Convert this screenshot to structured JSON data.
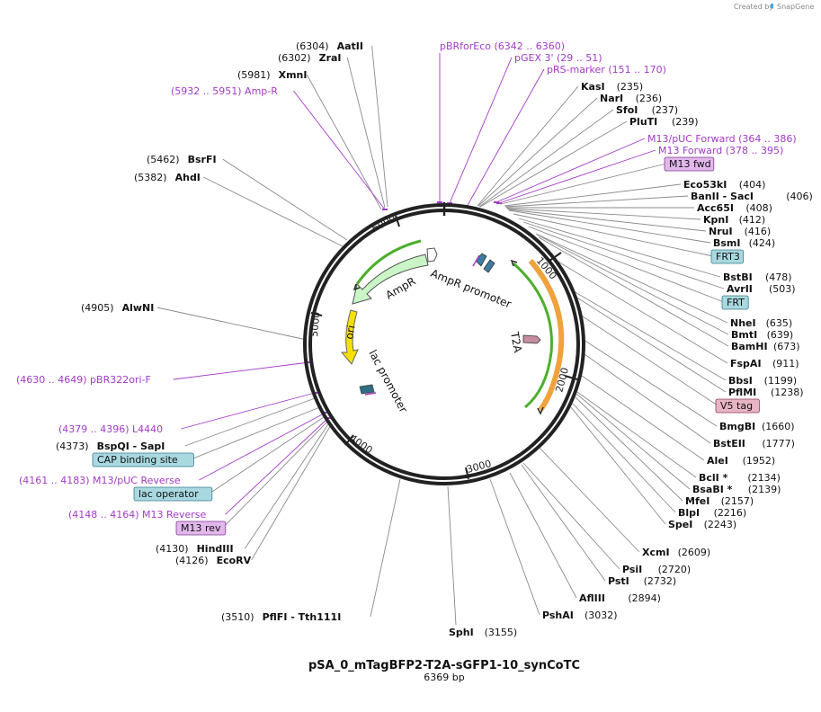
{
  "credit": {
    "text": "Created by",
    "brand": "SnapGene"
  },
  "plasmid": {
    "name": "pSA_0_mTagBFP2-T2A-sGFP1-10_synCoTC",
    "size_label": "6369 bp"
  },
  "ticks": [
    "1000",
    "2000",
    "3000",
    "4000",
    "5000",
    "6000"
  ],
  "features": {
    "ampr": "AmpR",
    "ampr_promoter": "AmpR promoter",
    "t2a": "T2A",
    "ori": "ori",
    "lac_promoter": "lac promoter"
  },
  "labels": [
    {
      "id": "aatii",
      "kind": "enzyme",
      "name": "AatII",
      "pos": "(6304)",
      "side": "left"
    },
    {
      "id": "zrai",
      "kind": "enzyme",
      "name": "ZraI",
      "pos": "(6302)",
      "side": "left"
    },
    {
      "id": "xmni",
      "kind": "enzyme",
      "name": "XmnI",
      "pos": "(5981)",
      "side": "left"
    },
    {
      "id": "ampr-primer",
      "kind": "primer",
      "name": "Amp-R",
      "pos": "(5932 .. 5951)",
      "side": "left"
    },
    {
      "id": "bsrfi",
      "kind": "enzyme",
      "name": "BsrFI",
      "pos": "(5462)",
      "side": "left"
    },
    {
      "id": "ahdi",
      "kind": "enzyme",
      "name": "AhdI",
      "pos": "(5382)",
      "side": "left"
    },
    {
      "id": "alwni",
      "kind": "enzyme",
      "name": "AlwNI",
      "pos": "(4905)",
      "side": "left"
    },
    {
      "id": "pbr322ori",
      "kind": "primer",
      "name": "pBR322ori-F",
      "pos": "(4630 .. 4649)",
      "side": "left"
    },
    {
      "id": "l4440",
      "kind": "primer",
      "name": "L4440",
      "pos": "(4379 .. 4396)",
      "side": "left"
    },
    {
      "id": "bspqi",
      "kind": "enzyme",
      "name": "BspQI  - SapI",
      "pos": "(4373)",
      "side": "left"
    },
    {
      "id": "cap",
      "kind": "feature-box",
      "name": "CAP binding site",
      "pos": "",
      "side": "left"
    },
    {
      "id": "m13puc-rev",
      "kind": "primer",
      "name": "M13/pUC Reverse",
      "pos": "(4161 .. 4183)",
      "side": "left"
    },
    {
      "id": "lacop",
      "kind": "feature-box",
      "name": "lac operator",
      "pos": "",
      "side": "left"
    },
    {
      "id": "m13-rev",
      "kind": "primer",
      "name": "M13 Reverse",
      "pos": "(4148 .. 4164)",
      "side": "left"
    },
    {
      "id": "m13rev-box",
      "kind": "primer-box",
      "name": "M13 rev",
      "pos": "",
      "side": "left"
    },
    {
      "id": "hindiii",
      "kind": "enzyme",
      "name": "HindIII",
      "pos": "(4130)",
      "side": "left"
    },
    {
      "id": "ecorv",
      "kind": "enzyme",
      "name": "EcoRV",
      "pos": "(4126)",
      "side": "left"
    },
    {
      "id": "pflfi",
      "kind": "enzyme",
      "name": "PflFI  - Tth111I",
      "pos": "(3510)",
      "side": "left"
    },
    {
      "id": "sphi",
      "kind": "enzyme",
      "name": "SphI",
      "pos": "(3155)",
      "side": "right"
    },
    {
      "id": "pbrforeco",
      "kind": "primer",
      "name": "pBRforEco",
      "pos": "(6342 .. 6360)",
      "side": "right"
    },
    {
      "id": "pgex3",
      "kind": "primer",
      "name": "pGEX 3'",
      "pos": "(29 .. 51)",
      "side": "right"
    },
    {
      "id": "prs",
      "kind": "primer",
      "name": "pRS-marker",
      "pos": "(151 .. 170)",
      "side": "right"
    },
    {
      "id": "kasi",
      "kind": "enzyme",
      "name": "KasI",
      "pos": "(235)",
      "side": "right"
    },
    {
      "id": "nari",
      "kind": "enzyme",
      "name": "NarI",
      "pos": "(236)",
      "side": "right"
    },
    {
      "id": "sfoi",
      "kind": "enzyme",
      "name": "SfoI",
      "pos": "(237)",
      "side": "right"
    },
    {
      "id": "pluti",
      "kind": "enzyme",
      "name": "PluTI",
      "pos": "(239)",
      "side": "right"
    },
    {
      "id": "m13puc-fwd",
      "kind": "primer",
      "name": "M13/pUC Forward",
      "pos": "(364 .. 386)",
      "side": "right"
    },
    {
      "id": "m13-fwd",
      "kind": "primer",
      "name": "M13 Forward",
      "pos": "(378 .. 395)",
      "side": "right"
    },
    {
      "id": "m13fwd-box",
      "kind": "primer-box",
      "name": "M13 fwd",
      "pos": "",
      "side": "right"
    },
    {
      "id": "eco53ki",
      "kind": "enzyme",
      "name": "Eco53kI",
      "pos": "(404)",
      "side": "right"
    },
    {
      "id": "banii",
      "kind": "enzyme",
      "name": "BanII  - SacI",
      "pos": "(406)",
      "side": "right"
    },
    {
      "id": "acc65i",
      "kind": "enzyme",
      "name": "Acc65I",
      "pos": "(408)",
      "side": "right"
    },
    {
      "id": "kpni",
      "kind": "enzyme",
      "name": "KpnI",
      "pos": "(412)",
      "side": "right"
    },
    {
      "id": "nrui",
      "kind": "enzyme",
      "name": "NruI",
      "pos": "(416)",
      "side": "right"
    },
    {
      "id": "bsmi",
      "kind": "enzyme",
      "name": "BsmI",
      "pos": "(424)",
      "side": "right"
    },
    {
      "id": "frt3",
      "kind": "feature-box",
      "name": "FRT3",
      "pos": "",
      "side": "right"
    },
    {
      "id": "bstbi",
      "kind": "enzyme",
      "name": "BstBI",
      "pos": "(478)",
      "side": "right"
    },
    {
      "id": "avrii",
      "kind": "enzyme",
      "name": "AvrII",
      "pos": "(503)",
      "side": "right"
    },
    {
      "id": "frt",
      "kind": "feature-box",
      "name": "FRT",
      "pos": "",
      "side": "right"
    },
    {
      "id": "nhei",
      "kind": "enzyme",
      "name": "NheI",
      "pos": "(635)",
      "side": "right"
    },
    {
      "id": "bmti",
      "kind": "enzyme",
      "name": "BmtI",
      "pos": "(639)",
      "side": "right"
    },
    {
      "id": "bamhi",
      "kind": "enzyme",
      "name": "BamHI",
      "pos": "(673)",
      "side": "right"
    },
    {
      "id": "fspai",
      "kind": "enzyme",
      "name": "FspAI",
      "pos": "(911)",
      "side": "right"
    },
    {
      "id": "bbsi",
      "kind": "enzyme",
      "name": "BbsI",
      "pos": "(1199)",
      "side": "right"
    },
    {
      "id": "pflmi",
      "kind": "enzyme",
      "name": "PflMI",
      "pos": "(1238)",
      "side": "right"
    },
    {
      "id": "v5tag",
      "kind": "tag-box",
      "name": "V5 tag",
      "pos": "",
      "side": "right"
    },
    {
      "id": "bmgbi",
      "kind": "enzyme",
      "name": "BmgBI",
      "pos": "(1660)",
      "side": "right"
    },
    {
      "id": "bsteii",
      "kind": "enzyme",
      "name": "BstEII",
      "pos": "(1777)",
      "side": "right"
    },
    {
      "id": "alei",
      "kind": "enzyme",
      "name": "AleI",
      "pos": "(1952)",
      "side": "right"
    },
    {
      "id": "bcli",
      "kind": "enzyme",
      "name": "BclI *",
      "pos": "(2134)",
      "side": "right"
    },
    {
      "id": "bsabi",
      "kind": "enzyme",
      "name": "BsaBI *",
      "pos": "(2139)",
      "side": "right"
    },
    {
      "id": "mfei",
      "kind": "enzyme",
      "name": "MfeI",
      "pos": "(2157)",
      "side": "right"
    },
    {
      "id": "blpi",
      "kind": "enzyme",
      "name": "BlpI",
      "pos": "(2216)",
      "side": "right"
    },
    {
      "id": "spei",
      "kind": "enzyme",
      "name": "SpeI",
      "pos": "(2243)",
      "side": "right"
    },
    {
      "id": "xcmi",
      "kind": "enzyme",
      "name": "XcmI",
      "pos": "(2609)",
      "side": "right"
    },
    {
      "id": "psii",
      "kind": "enzyme",
      "name": "PsiI",
      "pos": "(2720)",
      "side": "right"
    },
    {
      "id": "psti",
      "kind": "enzyme",
      "name": "PstI",
      "pos": "(2732)",
      "side": "right"
    },
    {
      "id": "aflii",
      "kind": "enzyme",
      "name": "AflIII",
      "pos": "(2894)",
      "side": "right"
    },
    {
      "id": "pshai",
      "kind": "enzyme",
      "name": "PshAI",
      "pos": "(3032)",
      "side": "right"
    }
  ],
  "colors": {
    "primer": "#a33bc6",
    "enzyme": "#111111",
    "feature_box": "#a8d8e0",
    "primer_box": "#e2b7ec",
    "tag_box": "#e8b4c4",
    "ampr": "#c9f5c7",
    "ori": "#f5e100",
    "gfp_arc": "#4cae2c",
    "orange_arc": "#f0a23c"
  }
}
